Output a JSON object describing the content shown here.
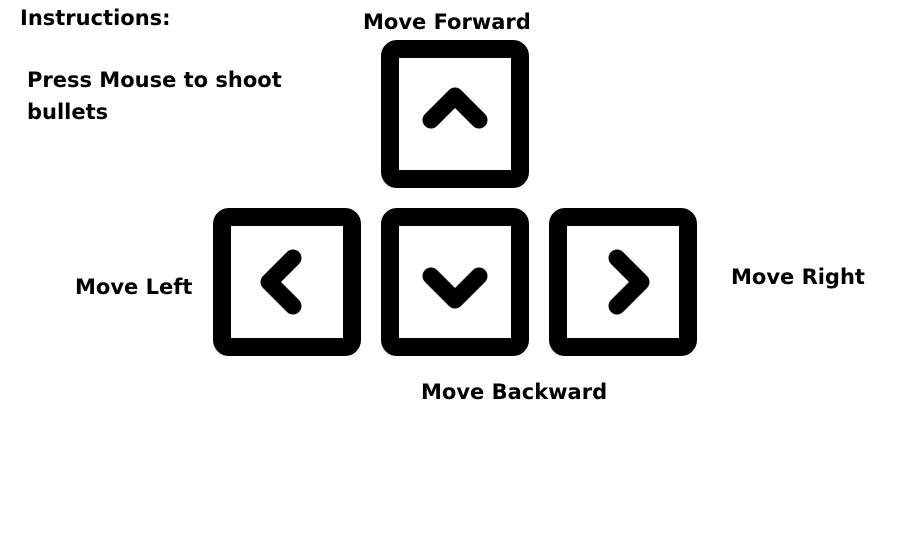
{
  "instructions": {
    "title": "Instructions:",
    "hint": "Press Mouse to shoot bullets"
  },
  "controls": {
    "forward_label": "Move Forward",
    "left_label": "Move Left",
    "right_label": "Move Right",
    "backward_label": "Move Backward"
  },
  "keys": {
    "up_icon": "chevron-up-icon",
    "left_icon": "chevron-left-icon",
    "down_icon": "chevron-down-icon",
    "right_icon": "chevron-right-icon"
  },
  "colors": {
    "key_stroke": "#000000",
    "background": "#ffffff"
  }
}
